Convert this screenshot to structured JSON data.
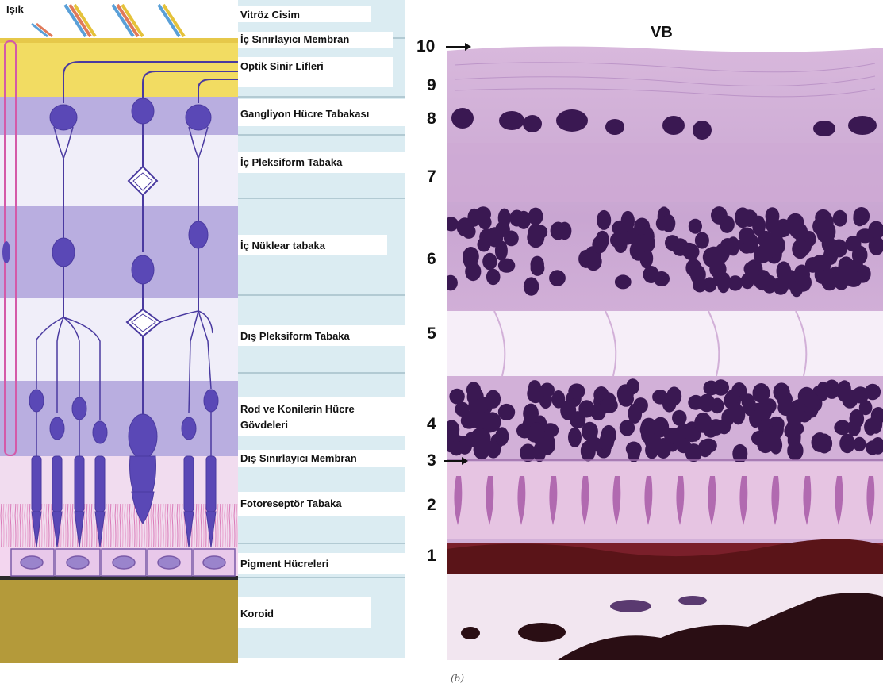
{
  "diagram": {
    "light_label": "Işık",
    "layer_labels": [
      "Vitröz Cisim",
      "İç Sınırlayıcı Membran",
      "Optik Sinir Lifleri",
      "Gangliyon Hücre Tabakası",
      "İç Pleksiform Tabaka",
      "İç Nüklear tabaka",
      "Dış Pleksiform Tabaka",
      "Rod ve Konilerin Hücre",
      "Gövdeleri",
      "Dış Sınırlayıcı Membran",
      "Fotoreseptör Tabaka",
      "Pigment Hücreleri",
      "Koroid"
    ],
    "micrograph_title": "VB",
    "layer_numbers": [
      "10",
      "9",
      "8",
      "7",
      "6",
      "5",
      "4",
      "3",
      "2",
      "1"
    ],
    "caption": "(b)"
  },
  "colors": {
    "lavender_band": "#b9aee0",
    "light_band": "#edeaf7",
    "yellow_band": "#f2dc62",
    "cell_purple": "#5a48b6",
    "choroid": "#b49a3a",
    "stain_pink": "#d9a8d8",
    "nucleus": "#3a1852"
  }
}
